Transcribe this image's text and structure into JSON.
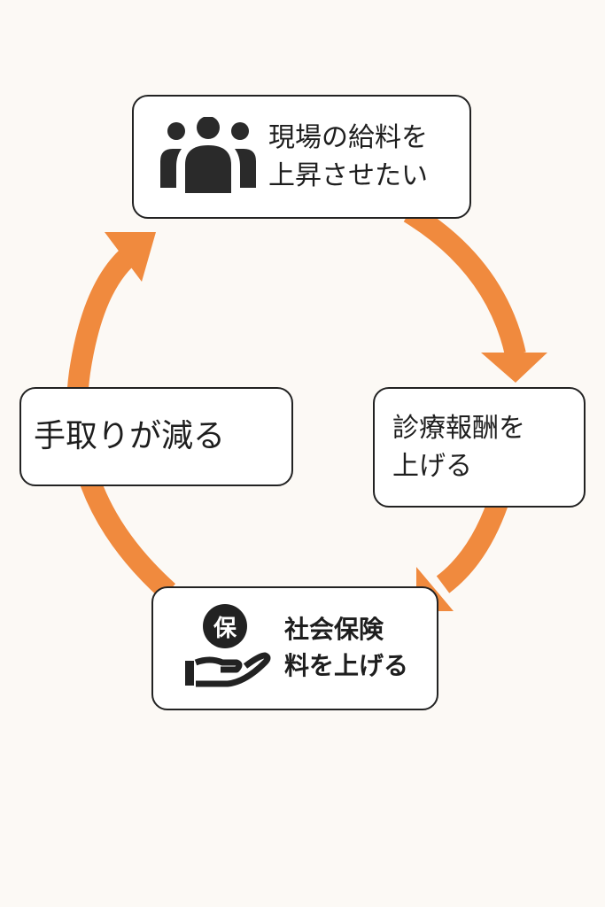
{
  "colors": {
    "arrow": "#f08a3e",
    "border": "#222222",
    "background": "#fcf9f5"
  },
  "nodes": {
    "top": {
      "line1": "現場の給料を",
      "line2": "上昇させたい",
      "icon": "people-group-icon"
    },
    "right": {
      "line1": "診療報酬を",
      "line2": "上げる"
    },
    "bottom": {
      "line1": "社会保険",
      "line2": "料を上げる",
      "icon": "insurance-hand-icon",
      "icon_label": "保"
    },
    "left": {
      "line1": "手取りが減る"
    }
  }
}
